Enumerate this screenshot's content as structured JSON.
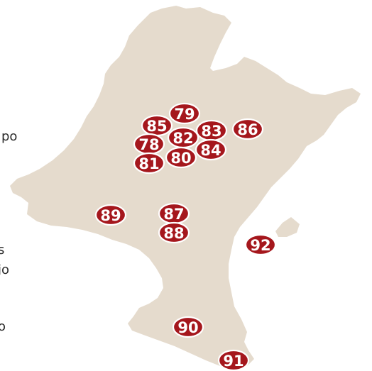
{
  "colors": {
    "region_fill": "#e5dbcd",
    "marker_fill": "#a5171d",
    "marker_text": "#ffffff",
    "fragment_text": "#2a2a2a"
  },
  "left_edge_fragments": [
    {
      "id": "frag-1",
      "text": "po"
    },
    {
      "id": "frag-2",
      "text": "s"
    },
    {
      "id": "frag-3",
      "text": "jo"
    },
    {
      "id": "frag-4",
      "text": "o"
    }
  ],
  "markers": [
    {
      "id": 79,
      "label": "79"
    },
    {
      "id": 85,
      "label": "85"
    },
    {
      "id": 82,
      "label": "82"
    },
    {
      "id": 83,
      "label": "83"
    },
    {
      "id": 86,
      "label": "86"
    },
    {
      "id": 78,
      "label": "78"
    },
    {
      "id": 80,
      "label": "80"
    },
    {
      "id": 84,
      "label": "84"
    },
    {
      "id": 81,
      "label": "81"
    },
    {
      "id": 89,
      "label": "89"
    },
    {
      "id": 87,
      "label": "87"
    },
    {
      "id": 88,
      "label": "88"
    },
    {
      "id": 92,
      "label": "92"
    },
    {
      "id": 90,
      "label": "90"
    },
    {
      "id": 91,
      "label": "91"
    }
  ]
}
